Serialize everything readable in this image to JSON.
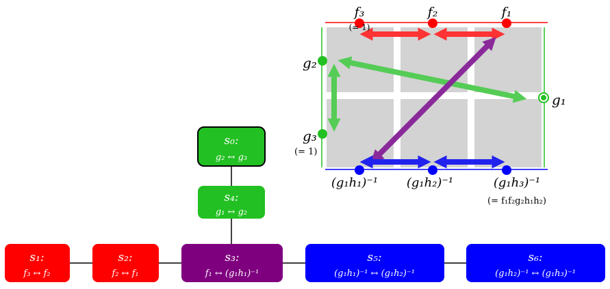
{
  "colors": {
    "red": "#ff0000",
    "green": "#22c022",
    "blue": "#0000ff",
    "purple": "#7f007f",
    "grid": "#d3d3d3",
    "arrow_red": "#ff3333",
    "arrow_green": "#55cc55",
    "arrow_blue": "#2222ee",
    "arrow_purple": "#8a2a9a"
  },
  "labels": {
    "f3": "f₃",
    "f3_note": "(= 1)",
    "f2": "f₂",
    "f1": "f₁",
    "g2": "g₂",
    "g1": "g₁",
    "g3": "g₃",
    "g3_note": "(= 1)",
    "gh1": "(g₁h₁)⁻¹",
    "gh2": "(g₁h₂)⁻¹",
    "gh3": "(g₁h₃)⁻¹",
    "gh3_note": "(= f₁f₂g₂h₁h₂)"
  },
  "boxes": {
    "s0": {
      "title": "s₀:",
      "rel": "g₂ ↔ g₃"
    },
    "s4": {
      "title": "s₄:",
      "rel": "g₁ ↔ g₂"
    },
    "s1": {
      "title": "s₁:",
      "rel": "f₃ ↔ f₂"
    },
    "s2": {
      "title": "s₂:",
      "rel": "f₂ ↔ f₁"
    },
    "s3": {
      "title": "s₃:",
      "rel": "f₁ ↔ (g₁h₁)⁻¹"
    },
    "s5": {
      "title": "s₅:",
      "rel": "(g₁h₁)⁻¹ ↔ (g₁h₂)⁻¹"
    },
    "s6": {
      "title": "s₆:",
      "rel": "(g₁h₂)⁻¹ ↔ (g₁h₃)⁻¹"
    }
  }
}
